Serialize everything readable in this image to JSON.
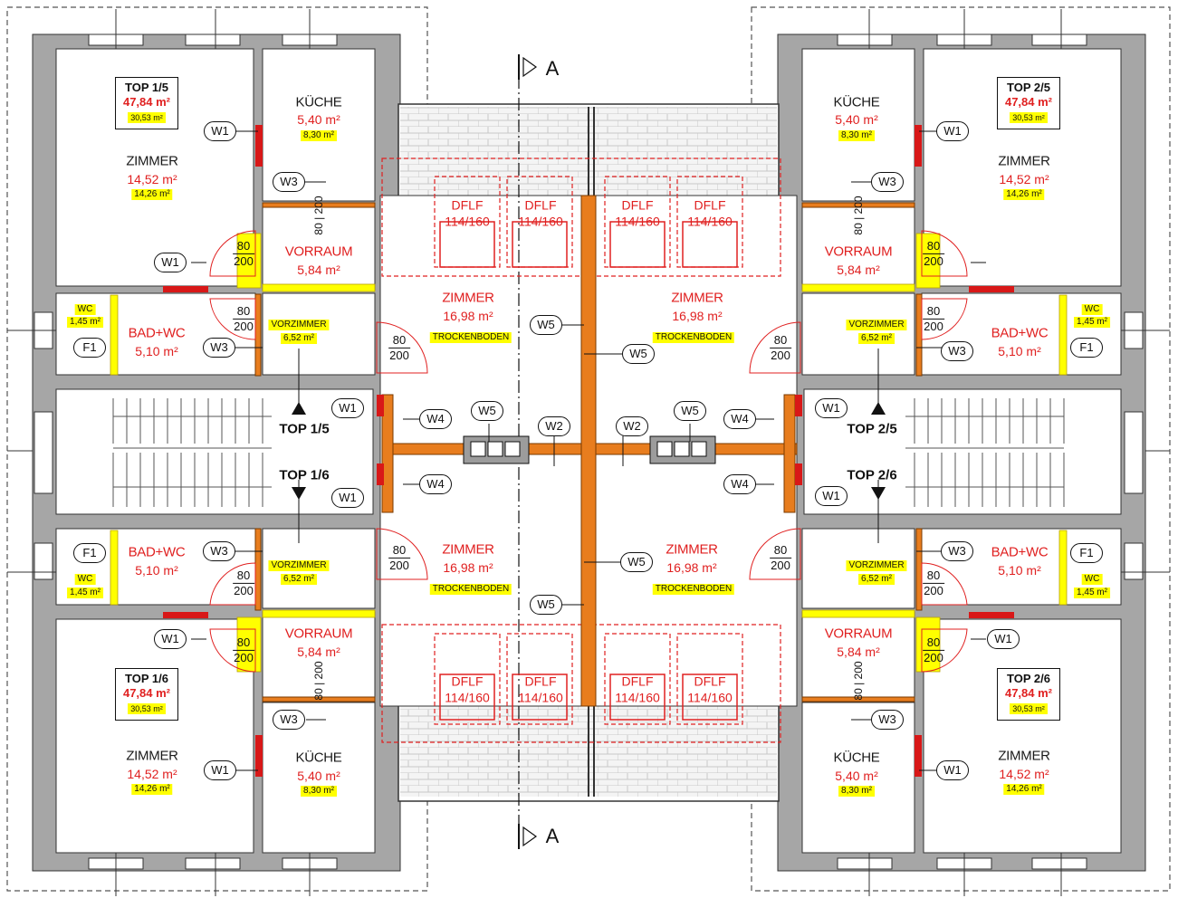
{
  "section": {
    "label": "A"
  },
  "units": {
    "top15": {
      "title": "TOP 1/5",
      "area": "47,84 m²",
      "sub": "30,53 m²"
    },
    "top16": {
      "title": "TOP 1/6",
      "area": "47,84 m²",
      "sub": "30,53 m²"
    },
    "top25": {
      "title": "TOP 2/5",
      "area": "47,84 m²",
      "sub": "30,53 m²"
    },
    "top26": {
      "title": "TOP 2/6",
      "area": "47,84 m²",
      "sub": "30,53 m²"
    }
  },
  "rooms": {
    "zimmer": "ZIMMER",
    "zimmer_area": "14,52 m²",
    "zimmer_sub": "14,26 m²",
    "kueche": "KÜCHE",
    "kueche_area": "5,40 m²",
    "kueche_sub": "8,30 m²",
    "vorraum": "VORRAUM",
    "vorraum_area": "5,84 m²",
    "vorzimmer": "VORZIMMER",
    "vorzimmer_area": "6,52 m²",
    "bad": "BAD+WC",
    "bad_area": "5,10 m²",
    "wc": "WC",
    "wc_area": "1,45 m²",
    "attic": "ZIMMER",
    "attic_area": "16,98 m²",
    "trocken": "TROCKENBODEN"
  },
  "skylight": {
    "label": "DFLF",
    "size": "114/160"
  },
  "doors": {
    "width": "80",
    "height": "200"
  },
  "tags": {
    "w1": "W1",
    "w2": "W2",
    "w3": "W3",
    "w4": "W4",
    "w5": "W5",
    "f1": "F1"
  },
  "stairs": {
    "top15": "TOP 1/5",
    "top16": "TOP 1/6",
    "top25": "TOP 2/5",
    "top26": "TOP 2/6"
  },
  "colors": {
    "wall": "#a6a6a6",
    "accent": "#e02020",
    "highlight": "#ffff00",
    "orange": "#e87d1e"
  }
}
